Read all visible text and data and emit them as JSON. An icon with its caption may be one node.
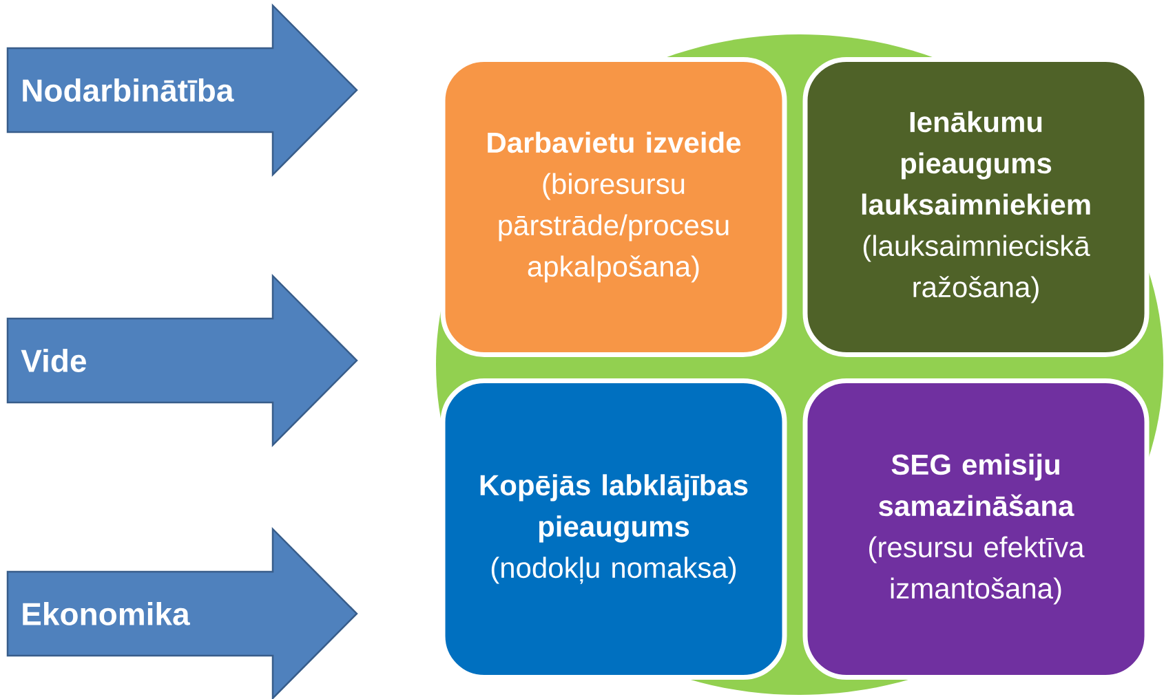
{
  "diagram": {
    "nodes": [
      {
        "text": [
          "Nodarbinātība"
        ]
      },
      {
        "text": [
          "Vide"
        ]
      },
      {
        "text": [
          "Ekonomika"
        ]
      },
      {
        "text": [
          "Darbavietu izveide",
          "(bioresursu pārstrāde/procesu apkalpošana)"
        ]
      },
      {
        "text": [
          "Ienākumu pieaugums lauksaimniekiem",
          "(lauksaimnieciskā ražošana)"
        ]
      },
      {
        "text": [
          "Kopējās labklājības pieaugums",
          "(nodokļu nomaksa)"
        ]
      },
      {
        "text": [
          "SEG emisiju samazināšana",
          "(resursu efektīva izmantošana)"
        ]
      }
    ],
    "edges": []
  }
}
